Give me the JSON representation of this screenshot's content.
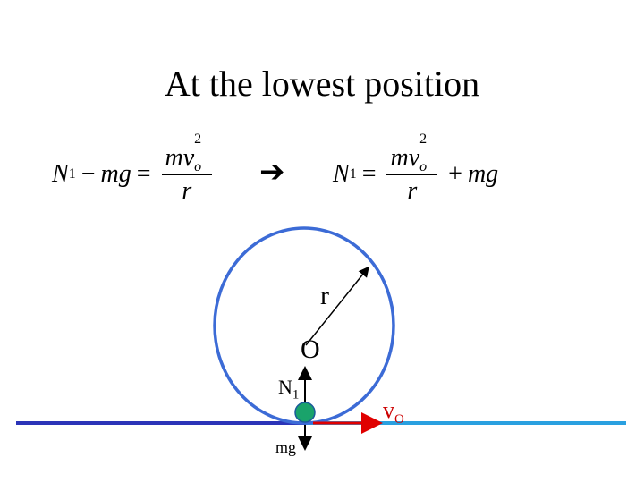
{
  "title": "At the lowest position",
  "equation_left": {
    "lhs_N": "N",
    "lhs_N_sub": "1",
    "minus": "−",
    "mg": "mg",
    "equals": "=",
    "num_m": "mv",
    "num_sub": "o",
    "num_sup": "2",
    "den": "r"
  },
  "implies_arrow": "➔",
  "equation_right": {
    "lhs_N": "N",
    "lhs_N_sub": "1",
    "equals": "=",
    "num_m": "mv",
    "num_sub": "o",
    "num_sup": "2",
    "den": "r",
    "plus": "+",
    "mg": "mg"
  },
  "labels": {
    "radius": "r",
    "center": "O",
    "normal_force": "N",
    "normal_force_sub": "1",
    "velocity": "v",
    "velocity_sub": "O",
    "weight": "mg"
  },
  "colors": {
    "circle": "#3c6bd6",
    "ground_left": "#2b34b8",
    "ground_right": "#2aa0e0",
    "velocity": "#e00000",
    "ball": "#1aa36b"
  }
}
